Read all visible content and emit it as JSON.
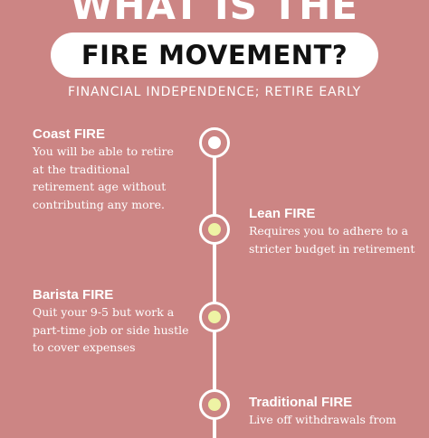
{
  "header": {
    "title_top": "WHAT IS THE",
    "title_main": "FIRE MOVEMENT?",
    "subtitle": "FINANCIAL INDEPENDENCE; RETIRE EARLY"
  },
  "colors": {
    "background": "#cc8584",
    "text": "#ffffff",
    "node_first": "#ffffff",
    "node_rest": "#eef3a4"
  },
  "timeline": [
    {
      "title": "Coast FIRE",
      "lines": [
        "You will be able to retire",
        "at the traditional",
        "retirement age without",
        "contributing any more."
      ]
    },
    {
      "title": "Lean FIRE",
      "lines": [
        "Requires you to adhere to a",
        "stricter budget in retirement"
      ]
    },
    {
      "title": "Barista FIRE",
      "lines": [
        "Quit your 9-5 but work a",
        "part-time job or side hustle",
        "to cover expenses"
      ]
    },
    {
      "title": "Traditional FIRE",
      "lines": [
        "Live off withdrawals from"
      ]
    }
  ]
}
